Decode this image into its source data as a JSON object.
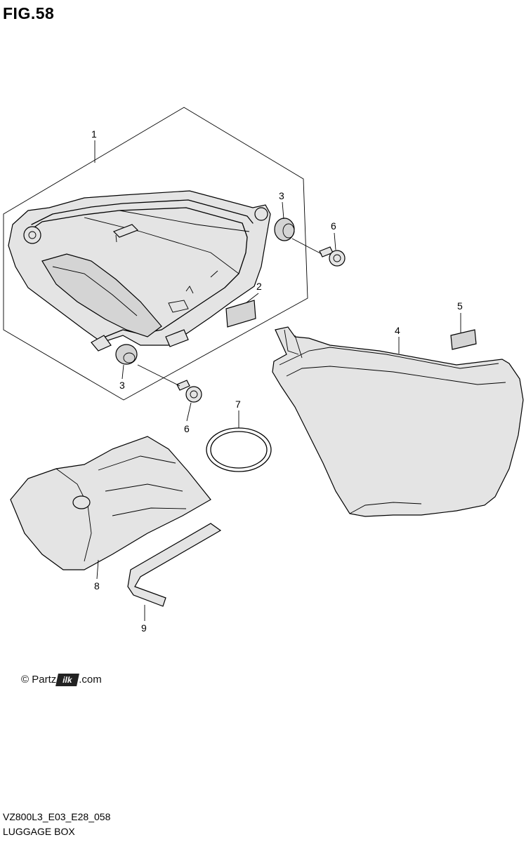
{
  "figure": {
    "title": "FIG.58",
    "model_code": "VZ800L3_E03_E28_058",
    "description": "LUGGAGE BOX"
  },
  "watermark": {
    "copyright": "©",
    "brand_start": "Partz",
    "brand_logo": "ilk",
    "brand_end": ".com"
  },
  "callouts": {
    "c1": "1",
    "c2": "2",
    "c3a": "3",
    "c3b": "3",
    "c4": "4",
    "c5": "5",
    "c6a": "6",
    "c6b": "6",
    "c7": "7",
    "c8": "8",
    "c9": "9"
  }
}
